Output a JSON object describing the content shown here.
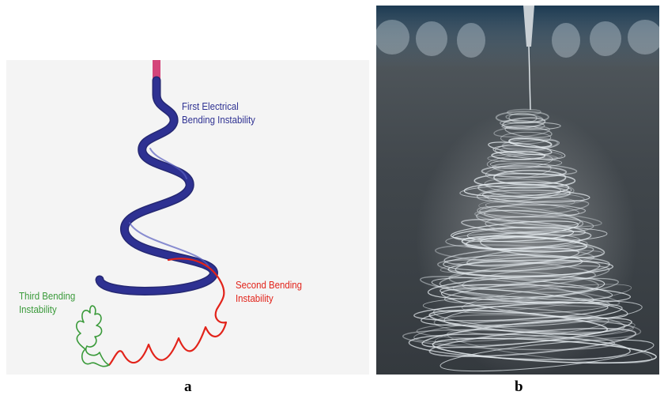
{
  "panel_a": {
    "labels": {
      "first": [
        "First Electrical",
        "Bending Instability"
      ],
      "second": [
        "Second Bending",
        "Instability"
      ],
      "third": [
        "Third Bending",
        "Instability"
      ]
    },
    "colors": {
      "background": "#f4f4f4",
      "first": "#2e3192",
      "second": "#e2231a",
      "third": "#3a9a3a",
      "nozzle": "#d4457a"
    }
  },
  "panel_b": {
    "colors": {
      "background": "#3d4348",
      "jet": "#e6ecf0"
    }
  },
  "captions": {
    "a": "a",
    "b": "b"
  }
}
